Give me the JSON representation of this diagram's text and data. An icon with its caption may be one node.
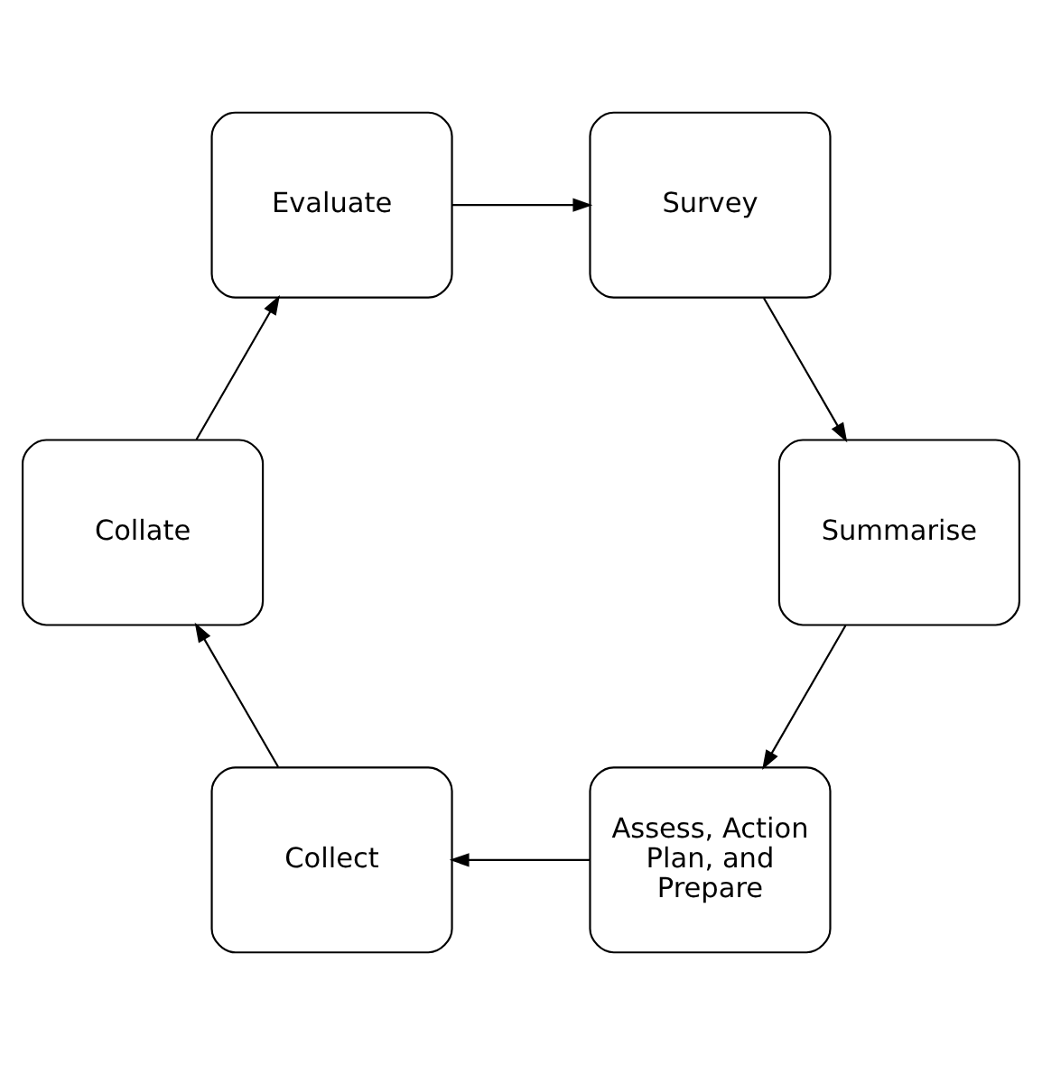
{
  "diagram": {
    "nodes": [
      {
        "text": [
          "Assess, Action Plan, and Prepare"
        ]
      },
      {
        "text": [
          "Collect"
        ]
      },
      {
        "text": [
          "Collate"
        ]
      },
      {
        "text": [
          "Evaluate"
        ]
      },
      {
        "text": [
          "Survey"
        ]
      },
      {
        "text": [
          "Summarise"
        ]
      }
    ],
    "edges": [
      {
        "from": 0,
        "to": 1,
        "arrow": "to"
      },
      {
        "from": 1,
        "to": 2,
        "arrow": "to"
      },
      {
        "from": 2,
        "to": 3,
        "arrow": "to"
      },
      {
        "from": 3,
        "to": 4,
        "arrow": "to"
      },
      {
        "from": 4,
        "to": 5,
        "arrow": "to"
      },
      {
        "from": 5,
        "to": 0,
        "arrow": "to"
      }
    ]
  }
}
